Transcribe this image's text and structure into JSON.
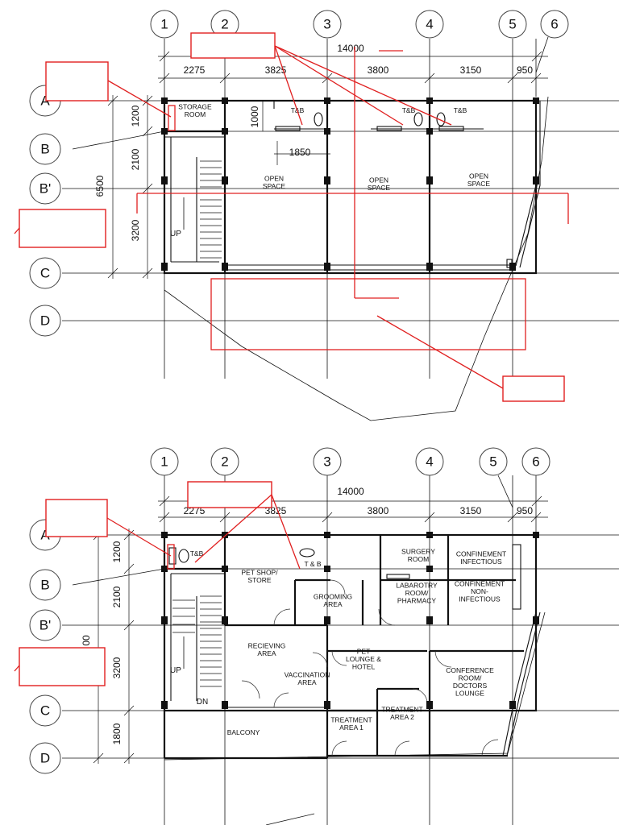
{
  "grid_labels": {
    "columns": [
      "1",
      "2",
      "3",
      "4",
      "5",
      "6"
    ],
    "rows_top": [
      "A",
      "B",
      "B'",
      "C",
      "D"
    ],
    "rows_bottom": [
      "A",
      "B",
      "B'",
      "C",
      "D"
    ]
  },
  "top_plan": {
    "overall_dim": "14000",
    "bay_dims": [
      "2275",
      "3825",
      "3800",
      "3150",
      "950"
    ],
    "side_dims": [
      "1200",
      "2100",
      "3200"
    ],
    "total_side_dim": "6500",
    "inner_dims": [
      "1000",
      "1850"
    ],
    "rooms": {
      "storage_room": "STORAGE\nROOM",
      "tb1": "T&B",
      "tb2": "T&B",
      "tb3": "T&B",
      "open_space_1": "OPEN\nSPACE",
      "open_space_2": "OPEN\nSPACE",
      "open_space_3": "OPEN\nSPACE",
      "up": "UP"
    }
  },
  "bottom_plan": {
    "overall_dim": "14000",
    "bay_dims": [
      "2275",
      "3825",
      "3800",
      "3150",
      "950"
    ],
    "side_dims": [
      "1200",
      "2100",
      "3200",
      "1800"
    ],
    "total_side_fragment": "00",
    "rooms": {
      "tb_left": "T&B",
      "tb_mid": "T & B",
      "pet_shop": "PET SHOP/\nSTORE",
      "grooming": "GROOMING\nAREA",
      "surgery": "SURGERY\nROOM",
      "laboratory": "LABAROTRY\nROOM/\nPHARMACY",
      "confinement_infectious": "CONFINEMENT\nINFECTIOUS",
      "confinement_non": "CONFINEMENT\nNON-\nINFECTIOUS",
      "receiving": "RECIEVING\nAREA",
      "vaccination": "VACCINATION\nAREA",
      "pet_lounge": "PET\nLOUNGE &\nHOTEL",
      "conference": "CONFERENCE\nROOM/\nDOCTORS\nLOUNGE",
      "treatment1": "TREATMENT\nAREA 1",
      "treatment2": "TREATMENT\nAREA 2",
      "balcony": "BALCONY",
      "up": "UP",
      "dn": "DN"
    }
  }
}
